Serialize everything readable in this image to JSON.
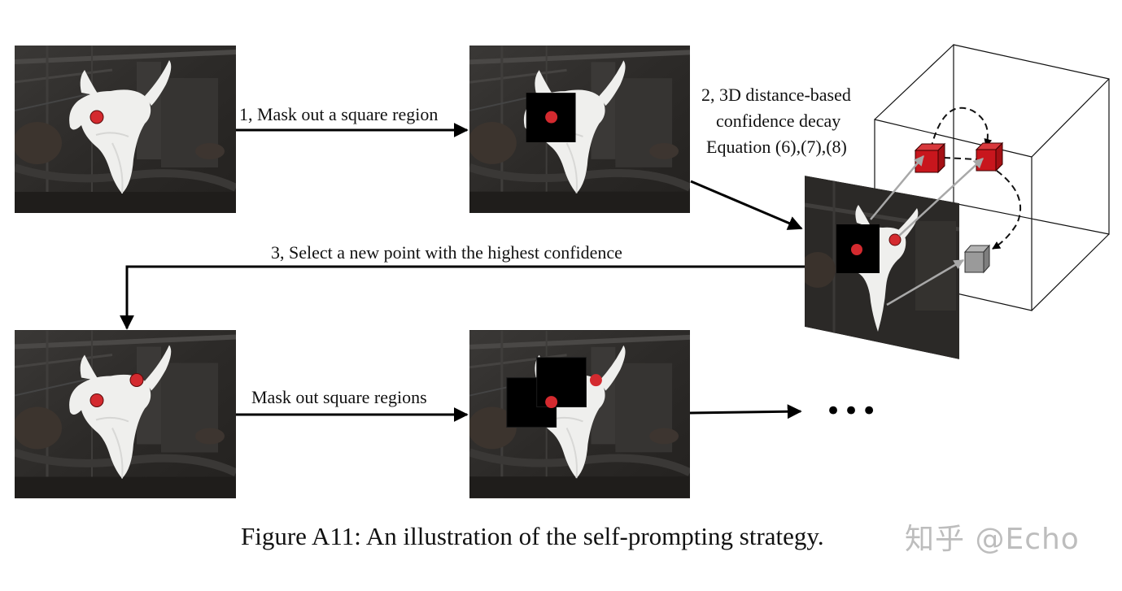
{
  "figure": {
    "caption": "Figure A11: An illustration of the self-prompting strategy.",
    "watermark": "知乎 @Echo"
  },
  "steps": {
    "step1": "1, Mask out a square region",
    "step2_line1": "2, 3D distance-based",
    "step2_line2": "confidence decay",
    "step2_line3": "Equation (6),(7),(8)",
    "step3": "3, Select  a new point with the highest confidence",
    "step4": "Mask out square regions",
    "continuation": "•••"
  },
  "panels": [
    {
      "id": "input-view",
      "prompt_points": 1,
      "masked_regions": 0
    },
    {
      "id": "masked-view",
      "prompt_points": 1,
      "masked_regions": 1
    },
    {
      "id": "projected-view",
      "prompt_points": 2,
      "masked_regions": 1
    },
    {
      "id": "two-points-view",
      "prompt_points": 2,
      "masked_regions": 0
    },
    {
      "id": "two-masked-view",
      "prompt_points": 2,
      "masked_regions": 2
    }
  ],
  "cube_3d": {
    "voxels": [
      {
        "id": "voxel-1",
        "color": "#c8161d"
      },
      {
        "id": "voxel-2",
        "color": "#c8161d"
      },
      {
        "id": "voxel-3",
        "color": "#9a9a9a"
      }
    ]
  },
  "colors": {
    "prompt_point": "#d42a2f",
    "mask": "#000000",
    "object": "#efefed",
    "background": "#2d2b29",
    "arrow": "#000000",
    "projection_arrow": "#a8a8a8"
  }
}
